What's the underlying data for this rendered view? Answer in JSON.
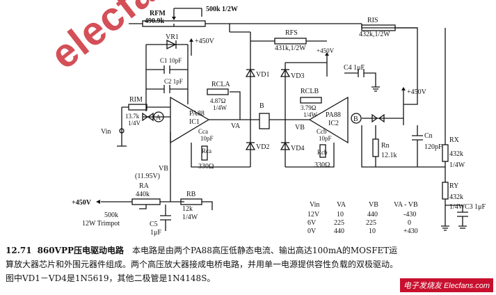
{
  "components": {
    "rfm": {
      "name": "RFM",
      "value": "490.9k"
    },
    "pot_top": "500k 1/2W",
    "ris": {
      "name": "RIS",
      "value": "432k,1/2W"
    },
    "rfs": {
      "name": "RFS",
      "value": "431k,1/2W"
    },
    "vr1": "VR1",
    "c1": "C1 10pF",
    "c2": "C2 1pF",
    "rcla": {
      "name": "RCLA",
      "value": "4.87Ω",
      "power": "1/4W"
    },
    "rclb": {
      "name": "RCLB",
      "value": "3.79Ω",
      "power": "1/4W"
    },
    "rim": {
      "name": "RIM",
      "value": "13.7k",
      "power": "1/4V"
    },
    "ic1": {
      "part": "PA88",
      "ref": "IC1"
    },
    "ic2": {
      "part": "PA88",
      "ref": "IC2"
    },
    "cca": {
      "name": "Cca",
      "value": "10pF"
    },
    "rca": {
      "name": "Rca",
      "value": "330Ω"
    },
    "ccb": {
      "name": "Ccb",
      "value": "10pF"
    },
    "rcb": {
      "name": "Rcb",
      "value": "330Ω"
    },
    "c4": "C4 1μF",
    "vd1": "VD1",
    "vd2": "VD2",
    "vd3": "VD3",
    "vd4": "VD4",
    "load": "B",
    "rn": {
      "name": "Rn",
      "value": "12.1k"
    },
    "cn": {
      "name": "Cn",
      "value": "120pF"
    },
    "rx": {
      "name": "RX",
      "value": "432k",
      "power": "1/4W"
    },
    "ry": {
      "name": "RY",
      "value": "432k",
      "power": "1/4W"
    },
    "c3": "C3 1μF",
    "ra": {
      "name": "RA",
      "value": "440k"
    },
    "rb": {
      "name": "RB",
      "value": "12k",
      "power": "1/4W"
    },
    "trimpot": {
      "value": "500k",
      "desc": "12W Trimpot"
    },
    "c5": {
      "name": "C5",
      "value": "1μF"
    }
  },
  "labels": {
    "vplus_1": "+450V",
    "vplus_2": "+450V",
    "vplus_3": "+450V",
    "vplus_4": "+450V",
    "node_a": "A",
    "node_b": "B",
    "va": "VA",
    "vb": "VB",
    "vb_val": "(11.95V)",
    "vin": "Vin"
  },
  "table": {
    "headers": [
      "Vin",
      "VA",
      "VB",
      "VA - VB"
    ],
    "rows": [
      [
        "12V",
        "10",
        "440",
        "-430"
      ],
      [
        "6V",
        "225",
        "225",
        "0"
      ],
      [
        "0V",
        "440",
        "10",
        "+430"
      ]
    ]
  },
  "caption": {
    "number": "12.71",
    "title": "860VPP压电驱动电路",
    "line1": "本电路是由两个PA88高压低静态电流、输出高达100mA的MOSFET运",
    "line2": "算放大器芯片和外围元器件组成。两个高压放大器接成电桥电路，并用单一电源提供容性负载的双极驱动。",
    "line3": "图中VD1－VD4是1N5619，其他二极管是1N4148S。"
  },
  "watermark": "elecfans.com",
  "watermark2": "电子发烧友 Elecfans.com"
}
